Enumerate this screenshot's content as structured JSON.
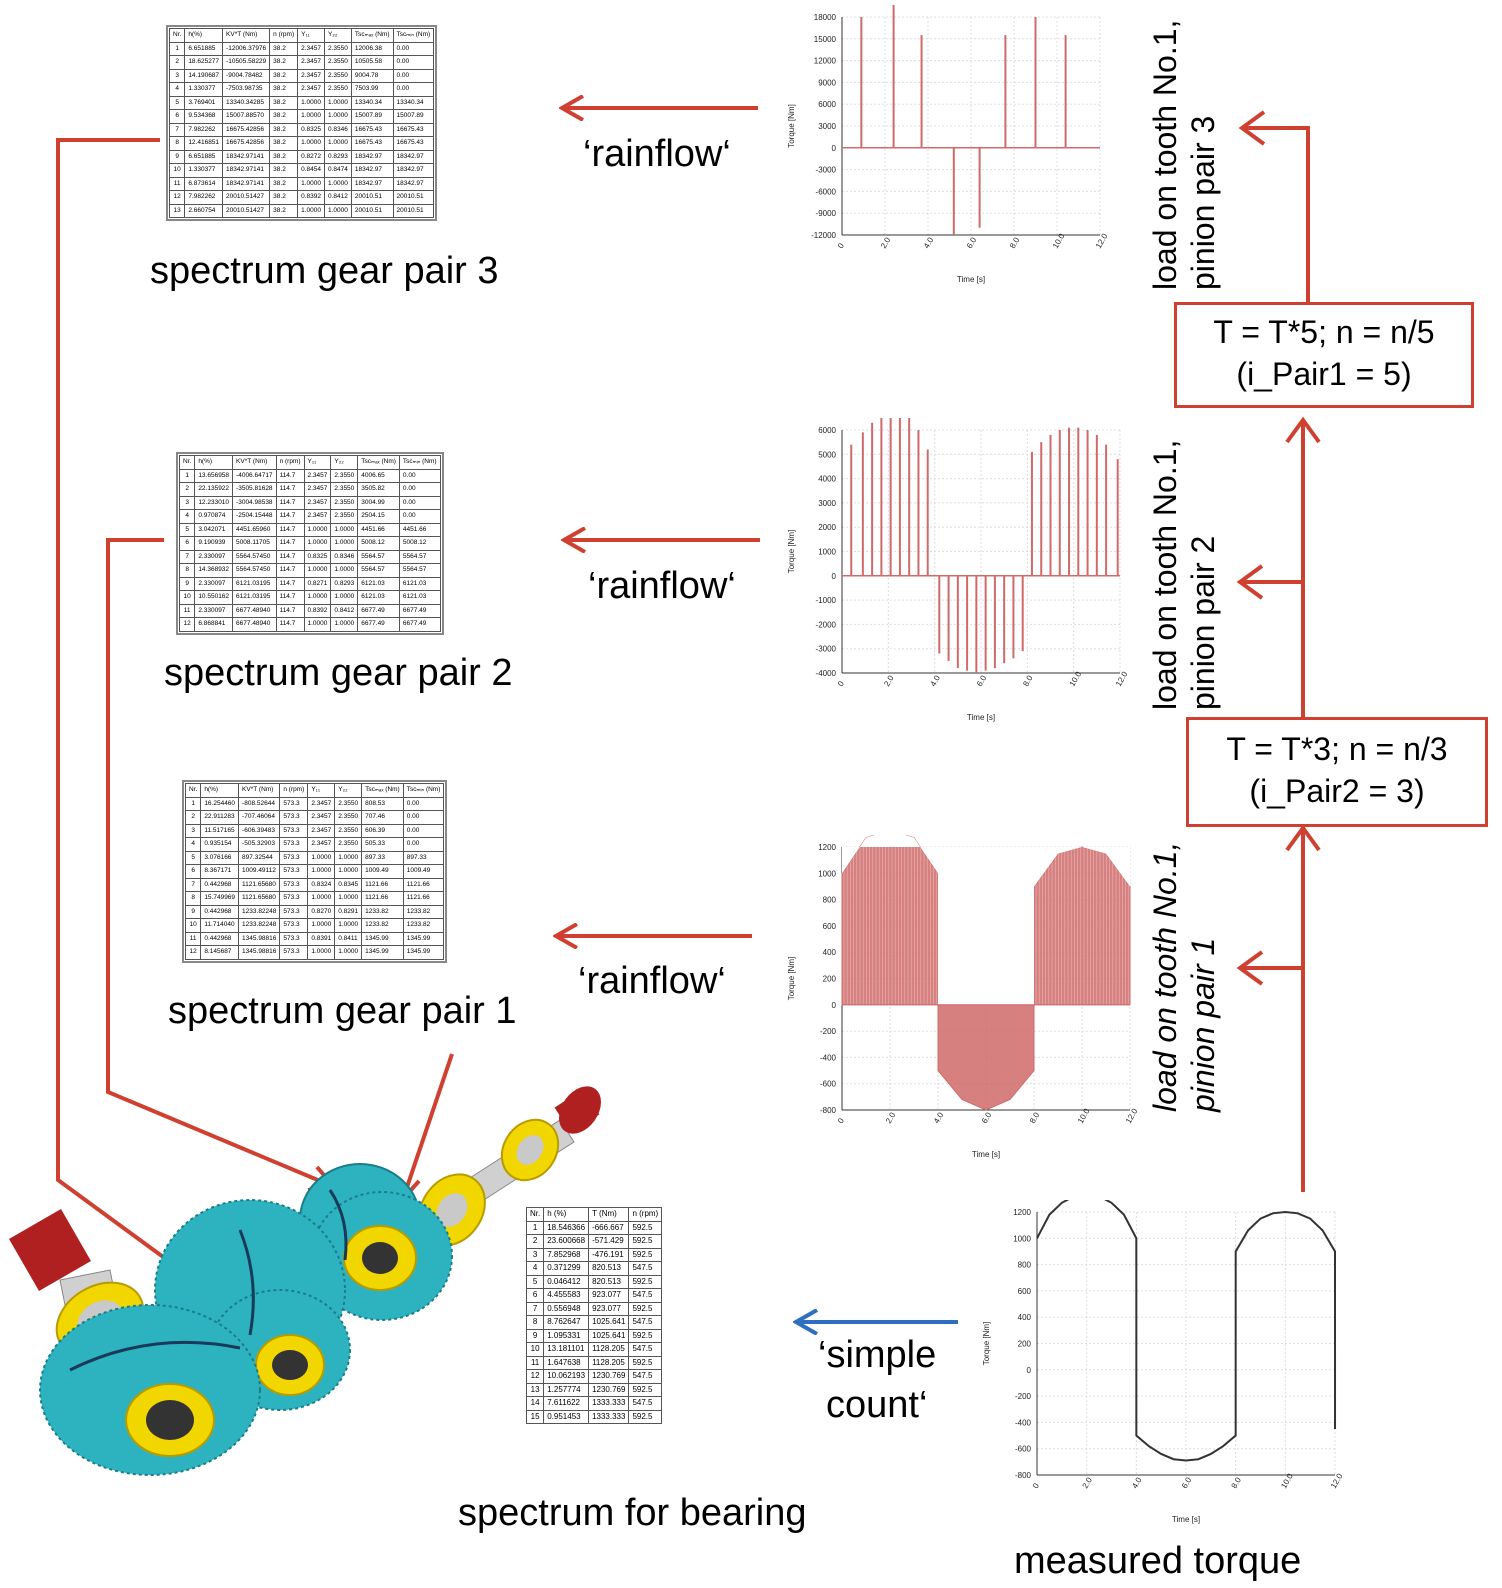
{
  "colors": {
    "arrow_red": "#d04030",
    "arrow_blue": "#2f6fc0",
    "bar_red": "#d06a6a",
    "gear_teal": "#2db3bf",
    "bearing_yellow": "#f2d600",
    "shaft_red": "#b02020"
  },
  "labels": {
    "rainflow": "‘rainflow‘",
    "simple_count_1": "‘simple",
    "simple_count_2": "count‘",
    "spectrum_gp3": "spectrum gear pair 3",
    "spectrum_gp2": "spectrum gear pair 2",
    "spectrum_gp1": "spectrum gear pair 1",
    "spectrum_bearing": "spectrum for bearing",
    "measured_torque": "measured torque",
    "load_pair3_1": "load on tooth No.1,",
    "load_pair3_2": "pinion pair 3",
    "load_pair2_1": "load on tooth No.1,",
    "load_pair2_2": "pinion pair 2",
    "load_pair1_1": "load on tooth No.1,",
    "load_pair1_2": "pinion pair 1",
    "box_top_1": "T = T*5; n = n/5",
    "box_top_2": "(i_Pair1 = 5)",
    "box_mid_1": "T = T*3; n = n/3",
    "box_mid_2": "(i_Pair2 = 3)"
  },
  "tables": {
    "gp3": {
      "headers": [
        "Nr.",
        "h(%)",
        "KV*T (Nm)",
        "n (rpm)",
        "Y₁₁",
        "Y₂₂",
        "Tscₘₐₓ (Nm)",
        "Tscₘᵢₙ (Nm)"
      ],
      "rows": [
        [
          "1",
          "6.651885",
          "-12006.37976",
          "38.2",
          "2.3457",
          "2.3550",
          "12006.38",
          "0.00"
        ],
        [
          "2",
          "18.625277",
          "-10505.58229",
          "38.2",
          "2.3457",
          "2.3550",
          "10505.58",
          "0.00"
        ],
        [
          "3",
          "14.190687",
          "-9004.78482",
          "38.2",
          "2.3457",
          "2.3550",
          "9004.78",
          "0.00"
        ],
        [
          "4",
          "1.330377",
          "-7503.98735",
          "38.2",
          "2.3457",
          "2.3550",
          "7503.99",
          "0.00"
        ],
        [
          "5",
          "3.769401",
          "13340.34285",
          "38.2",
          "1.0000",
          "1.0000",
          "13340.34",
          "13340.34"
        ],
        [
          "6",
          "9.534368",
          "15007.88570",
          "38.2",
          "1.0000",
          "1.0000",
          "15007.89",
          "15007.89"
        ],
        [
          "7",
          "7.982262",
          "16675.42856",
          "38.2",
          "0.8325",
          "0.8346",
          "16675.43",
          "16675.43"
        ],
        [
          "8",
          "12.416851",
          "16675.42856",
          "38.2",
          "1.0000",
          "1.0000",
          "16675.43",
          "16675.43"
        ],
        [
          "9",
          "6.651885",
          "18342.97141",
          "38.2",
          "0.8272",
          "0.8293",
          "18342.97",
          "18342.97"
        ],
        [
          "10",
          "1.330377",
          "18342.97141",
          "38.2",
          "0.8454",
          "0.8474",
          "18342.97",
          "18342.97"
        ],
        [
          "11",
          "6.873614",
          "18342.97141",
          "38.2",
          "1.0000",
          "1.0000",
          "18342.97",
          "18342.97"
        ],
        [
          "12",
          "7.982262",
          "20010.51427",
          "38.2",
          "0.8392",
          "0.8412",
          "20010.51",
          "20010.51"
        ],
        [
          "13",
          "2.660754",
          "20010.51427",
          "38.2",
          "1.0000",
          "1.0000",
          "20010.51",
          "20010.51"
        ]
      ]
    },
    "gp2": {
      "headers": [
        "Nr.",
        "h(%)",
        "KV*T (Nm)",
        "n (rpm)",
        "Y₁₁",
        "Y₂₂",
        "Tscₘₐₓ (Nm)",
        "Tscₘᵢₙ (Nm)"
      ],
      "rows": [
        [
          "1",
          "13.656958",
          "-4006.64717",
          "114.7",
          "2.3457",
          "2.3550",
          "4006.65",
          "0.00"
        ],
        [
          "2",
          "22.135922",
          "-3505.81628",
          "114.7",
          "2.3457",
          "2.3550",
          "3505.82",
          "0.00"
        ],
        [
          "3",
          "12.233010",
          "-3004.98538",
          "114.7",
          "2.3457",
          "2.3550",
          "3004.99",
          "0.00"
        ],
        [
          "4",
          "0.970874",
          "-2504.15448",
          "114.7",
          "2.3457",
          "2.3550",
          "2504.15",
          "0.00"
        ],
        [
          "5",
          "3.042071",
          "4451.65960",
          "114.7",
          "1.0000",
          "1.0000",
          "4451.66",
          "4451.66"
        ],
        [
          "6",
          "9.190939",
          "5008.11705",
          "114.7",
          "1.0000",
          "1.0000",
          "5008.12",
          "5008.12"
        ],
        [
          "7",
          "2.330097",
          "5564.57450",
          "114.7",
          "0.8325",
          "0.8346",
          "5564.57",
          "5564.57"
        ],
        [
          "8",
          "14.368932",
          "5564.57450",
          "114.7",
          "1.0000",
          "1.0000",
          "5564.57",
          "5564.57"
        ],
        [
          "9",
          "2.330097",
          "6121.03195",
          "114.7",
          "0.8271",
          "0.8293",
          "6121.03",
          "6121.03"
        ],
        [
          "10",
          "10.550162",
          "6121.03195",
          "114.7",
          "1.0000",
          "1.0000",
          "6121.03",
          "6121.03"
        ],
        [
          "11",
          "2.330097",
          "6677.48940",
          "114.7",
          "0.8392",
          "0.8412",
          "6677.49",
          "6677.49"
        ],
        [
          "12",
          "6.868841",
          "6677.48940",
          "114.7",
          "1.0000",
          "1.0000",
          "6677.49",
          "6677.49"
        ]
      ]
    },
    "gp1": {
      "headers": [
        "Nr.",
        "h(%)",
        "KV*T (Nm)",
        "n (rpm)",
        "Y₁₁",
        "Y₂₂",
        "Tscₘₐₓ (Nm)",
        "Tscₘᵢₙ (Nm)"
      ],
      "rows": [
        [
          "1",
          "16.254460",
          "-808.52644",
          "573.3",
          "2.3457",
          "2.3550",
          "808.53",
          "0.00"
        ],
        [
          "2",
          "22.911283",
          "-707.46064",
          "573.3",
          "2.3457",
          "2.3550",
          "707.46",
          "0.00"
        ],
        [
          "3",
          "11.517165",
          "-606.39483",
          "573.3",
          "2.3457",
          "2.3550",
          "606.39",
          "0.00"
        ],
        [
          "4",
          "0.935154",
          "-505.32903",
          "573.3",
          "2.3457",
          "2.3550",
          "505.33",
          "0.00"
        ],
        [
          "5",
          "3.076166",
          "897.32544",
          "573.3",
          "1.0000",
          "1.0000",
          "897.33",
          "897.33"
        ],
        [
          "6",
          "8.367171",
          "1009.49112",
          "573.3",
          "1.0000",
          "1.0000",
          "1009.49",
          "1009.49"
        ],
        [
          "7",
          "0.442968",
          "1121.65680",
          "573.3",
          "0.8324",
          "0.8345",
          "1121.66",
          "1121.66"
        ],
        [
          "8",
          "15.749969",
          "1121.65680",
          "573.3",
          "1.0000",
          "1.0000",
          "1121.66",
          "1121.66"
        ],
        [
          "9",
          "0.442968",
          "1233.82248",
          "573.3",
          "0.8270",
          "0.8291",
          "1233.82",
          "1233.82"
        ],
        [
          "10",
          "11.714040",
          "1233.82248",
          "573.3",
          "1.0000",
          "1.0000",
          "1233.82",
          "1233.82"
        ],
        [
          "11",
          "0.442968",
          "1345.98816",
          "573.3",
          "0.8391",
          "0.8411",
          "1345.99",
          "1345.99"
        ],
        [
          "12",
          "8.145687",
          "1345.98816",
          "573.3",
          "1.0000",
          "1.0000",
          "1345.99",
          "1345.99"
        ]
      ]
    },
    "bearing": {
      "headers": [
        "Nr.",
        "h (%)",
        "T (Nm)",
        "n (rpm)"
      ],
      "rows": [
        [
          "1",
          "18.546366",
          "-666.667",
          "592.5"
        ],
        [
          "2",
          "23.600668",
          "-571.429",
          "592.5"
        ],
        [
          "3",
          "7.852968",
          "-476.191",
          "592.5"
        ],
        [
          "4",
          "0.371299",
          "820.513",
          "547.5"
        ],
        [
          "5",
          "0.046412",
          "820.513",
          "592.5"
        ],
        [
          "6",
          "4.455583",
          "923.077",
          "547.5"
        ],
        [
          "7",
          "0.556948",
          "923.077",
          "592.5"
        ],
        [
          "8",
          "8.762647",
          "1025.641",
          "547.5"
        ],
        [
          "9",
          "1.095331",
          "1025.641",
          "592.5"
        ],
        [
          "10",
          "13.181101",
          "1128.205",
          "547.5"
        ],
        [
          "11",
          "1.647638",
          "1128.205",
          "592.5"
        ],
        [
          "12",
          "10.062193",
          "1230.769",
          "547.5"
        ],
        [
          "13",
          "1.257774",
          "1230.769",
          "592.5"
        ],
        [
          "14",
          "7.611622",
          "1333.333",
          "547.5"
        ],
        [
          "15",
          "0.951453",
          "1333.333",
          "592.5"
        ]
      ]
    }
  },
  "chart_data": [
    {
      "id": "pair3",
      "type": "bar",
      "xlabel": "Time [s]",
      "ylabel": "Torque [Nm]",
      "xlim": [
        0,
        12
      ],
      "ylim": [
        -12000,
        18000
      ],
      "yticks": [
        18000,
        15000,
        12000,
        9000,
        6000,
        3000,
        0,
        -3000,
        -6000,
        -9000,
        -12000
      ],
      "xticks": [
        "0",
        "2.0",
        "4.0",
        "6.0",
        "8.0",
        "10.0",
        "12.0"
      ],
      "x": [
        0.9,
        2.4,
        3.7,
        5.2,
        6.4,
        7.6,
        9.0,
        10.4
      ],
      "values": [
        18000,
        20000,
        15500,
        -12000,
        -11000,
        15500,
        18000,
        15500
      ]
    },
    {
      "id": "pair2",
      "type": "bar",
      "xlabel": "Time [s]",
      "ylabel": "Torque [Nm]",
      "xlim": [
        0,
        12
      ],
      "ylim": [
        -4000,
        6000
      ],
      "yticks": [
        6000,
        5000,
        4000,
        3000,
        2000,
        1000,
        0,
        -1000,
        -2000,
        -3000,
        -4000
      ],
      "xticks": [
        "0",
        "2.0",
        "4.0",
        "6.0",
        "8.0",
        "10.0",
        "12.0"
      ],
      "x": [
        0.4,
        0.9,
        1.3,
        1.7,
        2.1,
        2.5,
        2.9,
        3.3,
        3.7,
        4.2,
        4.6,
        5.0,
        5.4,
        5.8,
        6.2,
        6.6,
        7.0,
        7.4,
        7.8,
        8.2,
        8.6,
        9.0,
        9.4,
        9.8,
        10.2,
        10.6,
        11.0,
        11.4,
        11.9
      ],
      "values": [
        5400,
        5900,
        6300,
        6500,
        6600,
        6600,
        6500,
        6000,
        5200,
        -3200,
        -3500,
        -3800,
        -3900,
        -4000,
        -3900,
        -3800,
        -3600,
        -3400,
        -3100,
        5100,
        5500,
        5800,
        6000,
        6100,
        6100,
        6000,
        5800,
        5400,
        4800
      ]
    },
    {
      "id": "pair1",
      "type": "area",
      "xlabel": "Time [s]",
      "ylabel": "Torque [Nm]",
      "xlim": [
        0,
        12
      ],
      "ylim": [
        -800,
        1200
      ],
      "yticks": [
        1200,
        1000,
        800,
        600,
        400,
        200,
        0,
        -200,
        -400,
        -600,
        -800
      ],
      "xticks": [
        "0",
        "2.0",
        "4.0",
        "6.0",
        "8.0",
        "10.0",
        "12.0"
      ],
      "x": [
        0,
        1,
        2,
        3,
        4,
        4.001,
        5,
        6,
        7,
        8,
        8.001,
        9,
        10,
        11,
        12
      ],
      "values": [
        1000,
        1270,
        1330,
        1270,
        1000,
        -500,
        -720,
        -800,
        -720,
        -500,
        900,
        1150,
        1200,
        1150,
        900
      ]
    },
    {
      "id": "measured",
      "type": "line",
      "xlabel": "Time [s]",
      "ylabel": "Torque [Nm]",
      "xlim": [
        0,
        12
      ],
      "ylim": [
        -800,
        1200
      ],
      "yticks": [
        1200,
        1000,
        800,
        600,
        400,
        200,
        0,
        -200,
        -400,
        -600,
        -800
      ],
      "xticks": [
        "0",
        "2.0",
        "4.0",
        "6.0",
        "8.0",
        "10.0",
        "12.0"
      ],
      "x": [
        0,
        0.5,
        1,
        1.5,
        2,
        2.5,
        3,
        3.5,
        4,
        4.001,
        4.5,
        5,
        5.5,
        6,
        6.5,
        7,
        7.5,
        8,
        8.001,
        8.5,
        9,
        9.5,
        10,
        10.5,
        11,
        11.5,
        12,
        12.001
      ],
      "values": [
        1000,
        1180,
        1270,
        1320,
        1330,
        1320,
        1270,
        1180,
        1000,
        -500,
        -580,
        -640,
        -680,
        -690,
        -680,
        -640,
        -580,
        -500,
        900,
        1060,
        1150,
        1190,
        1200,
        1190,
        1150,
        1060,
        900,
        -450
      ]
    }
  ]
}
